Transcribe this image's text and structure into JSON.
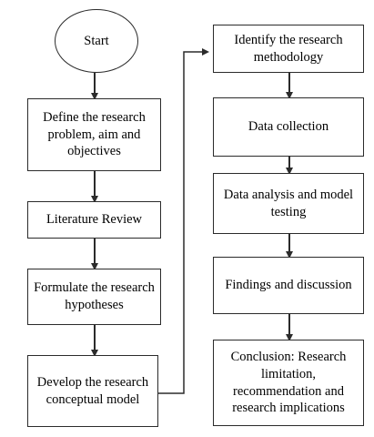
{
  "flowchart": {
    "start": "Start",
    "left_column": [
      "Define the research problem, aim and objectives",
      "Literature Review",
      "Formulate the research hypotheses",
      "Develop the research conceptual model"
    ],
    "right_column": [
      "Identify the research methodology",
      "Data collection",
      "Data analysis and model testing",
      "Findings and discussion",
      "Conclusion: Research limitation, recommendation and research implications"
    ]
  }
}
